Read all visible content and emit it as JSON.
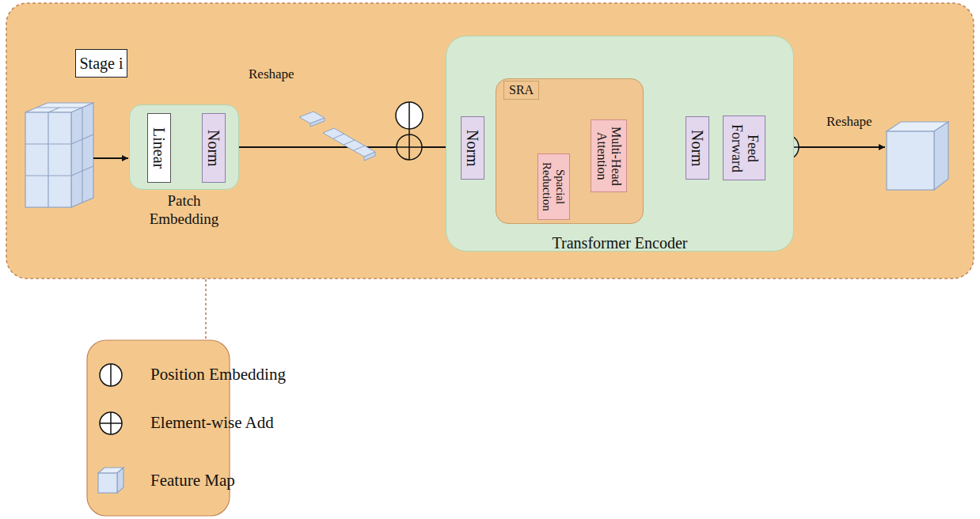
{
  "diagram": {
    "nodes": [
      {
        "text": [
          "Stage i"
        ]
      },
      {
        "text": [
          "Patch Embedding"
        ]
      },
      {
        "text": [
          "Linear"
        ],
        "in": 1
      },
      {
        "text": [
          "Norm"
        ],
        "in": 1
      },
      {
        "text": [
          "Transformer Encoder"
        ]
      },
      {
        "text": [
          "Norm"
        ],
        "in": 4
      },
      {
        "text": [
          "SRA"
        ],
        "in": 4
      },
      {
        "text": [
          "Spacial Reduction"
        ],
        "in": 6
      },
      {
        "text": [
          "Multi-Head Attention"
        ],
        "in": 6
      },
      {
        "text": [
          "Norm"
        ],
        "in": 4
      },
      {
        "text": [
          "Feed Forward"
        ],
        "in": 4
      }
    ],
    "edges": [
      {
        "from": 2,
        "to": 3,
        "arrow": "to"
      },
      {
        "from": 1,
        "to": 5,
        "arrow": "to"
      },
      {
        "from": 5,
        "to": 7,
        "arrow": "to"
      },
      {
        "from": 5,
        "to": 8,
        "arrow": "to"
      },
      {
        "from": 8,
        "to": 9,
        "arrow": "to"
      },
      {
        "from": 9,
        "to": 10,
        "arrow": "to"
      }
    ],
    "labels": [
      "Reshape",
      "Reshape"
    ],
    "legend": [
      {
        "text": "Position Embedding"
      },
      {
        "text": "Element-wise Add"
      },
      {
        "text": "Feature Map"
      }
    ]
  }
}
